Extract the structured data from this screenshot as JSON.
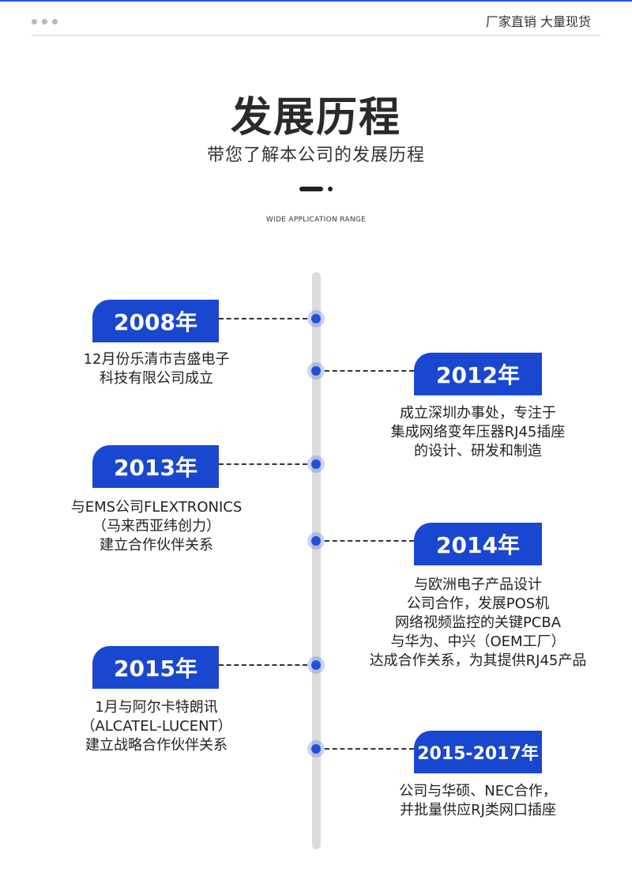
{
  "header": {
    "slogan": "厂家直销 大量现货"
  },
  "section": {
    "title": "发展历程",
    "subtitle": "带您了解本公司的发展历程",
    "eng_caption": "WIDE APPLICATION RANGE"
  },
  "colors": {
    "accent": "#1a47cf",
    "axis": "#dcdcdc"
  },
  "timeline": [
    {
      "year": "2008年",
      "side": "left",
      "lines": [
        "12月份乐清市吉盛电子",
        "科技有限公司成立"
      ]
    },
    {
      "year": "2012年",
      "side": "right",
      "lines": [
        "成立深圳办事处，专注于",
        "集成网络变年压器RJ45插座",
        "的设计、研发和制造"
      ]
    },
    {
      "year": "2013年",
      "side": "left",
      "lines": [
        "与EMS公司FLEXTRONICS",
        "（马来西亚纬创力）",
        "建立合作伙伴关系"
      ]
    },
    {
      "year": "2014年",
      "side": "right",
      "lines": [
        "与欧洲电子产品设计",
        "公司合作，发展POS机",
        "网络视频监控的关键PCBA",
        "与华为、中兴（OEM工厂）",
        "达成合作关系，为其提供RJ45产品"
      ]
    },
    {
      "year": "2015年",
      "side": "left",
      "lines": [
        "1月与阿尔卡特朗讯",
        "（ALCATEL-LUCENT）",
        "建立战略合作伙伴关系"
      ]
    },
    {
      "year": "2015-2017年",
      "side": "right",
      "lines": [
        "公司与华硕、NEC合作，",
        "并批量供应RJ类网口插座"
      ]
    }
  ]
}
